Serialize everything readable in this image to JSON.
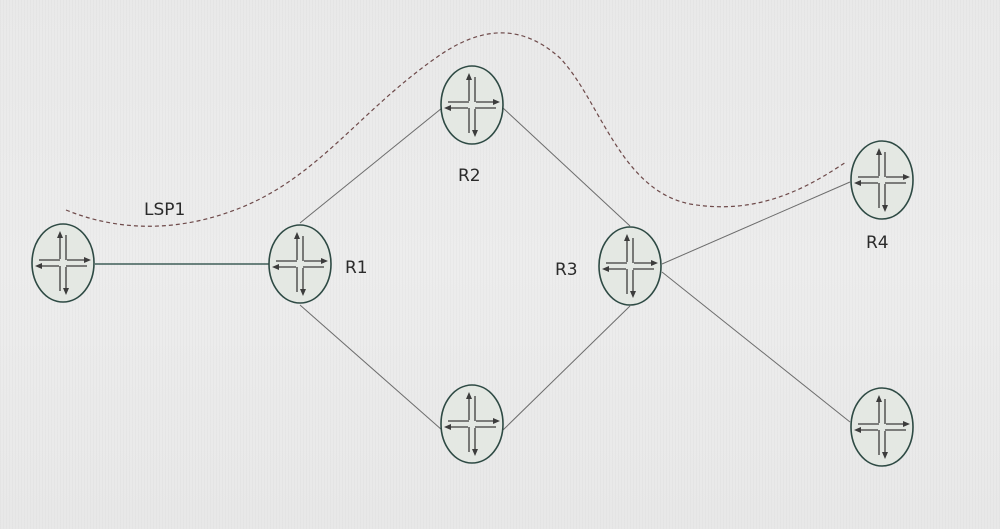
{
  "labels": {
    "lsp": "LSP1",
    "r1": "R1",
    "r2": "R2",
    "r3": "R3",
    "r4": "R4"
  },
  "colors": {
    "link": "#6c6c6c",
    "router_outline": "#2e4a44",
    "lsp_dashed": "#6e4a4a"
  },
  "icons": {
    "router": "router-icon"
  }
}
